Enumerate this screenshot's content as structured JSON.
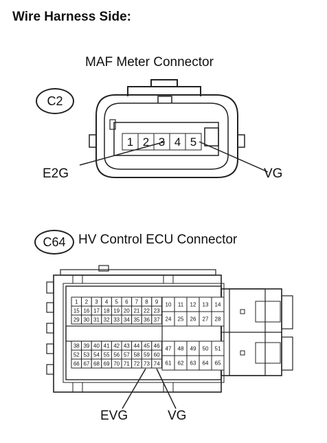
{
  "header": {
    "title": "Wire Harness Side:"
  },
  "maf": {
    "caption": "MAF Meter Connector",
    "code": "C2",
    "pins": [
      "1",
      "2",
      "3",
      "4",
      "5"
    ],
    "labels": {
      "left": "E2G",
      "right": "VG"
    }
  },
  "ecu": {
    "caption": "HV Control ECU Connector",
    "code": "C64",
    "block_a": [
      [
        "1",
        "2",
        "3",
        "4",
        "5",
        "6",
        "7",
        "8",
        "9"
      ],
      [
        "15",
        "16",
        "17",
        "18",
        "19",
        "20",
        "21",
        "22",
        "23"
      ],
      [
        "29",
        "30",
        "31",
        "32",
        "33",
        "34",
        "35",
        "36",
        "37"
      ]
    ],
    "block_b": [
      [
        "10",
        "11",
        "12",
        "13",
        "14"
      ],
      [
        "24",
        "25",
        "26",
        "27",
        "28"
      ]
    ],
    "block_c": [
      [
        "38",
        "39",
        "40",
        "41",
        "42",
        "43",
        "44",
        "45",
        "46"
      ],
      [
        "52",
        "53",
        "54",
        "55",
        "56",
        "57",
        "58",
        "59",
        "60"
      ],
      [
        "66",
        "67",
        "68",
        "69",
        "70",
        "71",
        "72",
        "73",
        "74"
      ]
    ],
    "block_d": [
      [
        "47",
        "48",
        "49",
        "50",
        "51"
      ],
      [
        "61",
        "62",
        "63",
        "64",
        "65"
      ]
    ],
    "labels": {
      "left": "EVG",
      "right": "VG"
    }
  }
}
